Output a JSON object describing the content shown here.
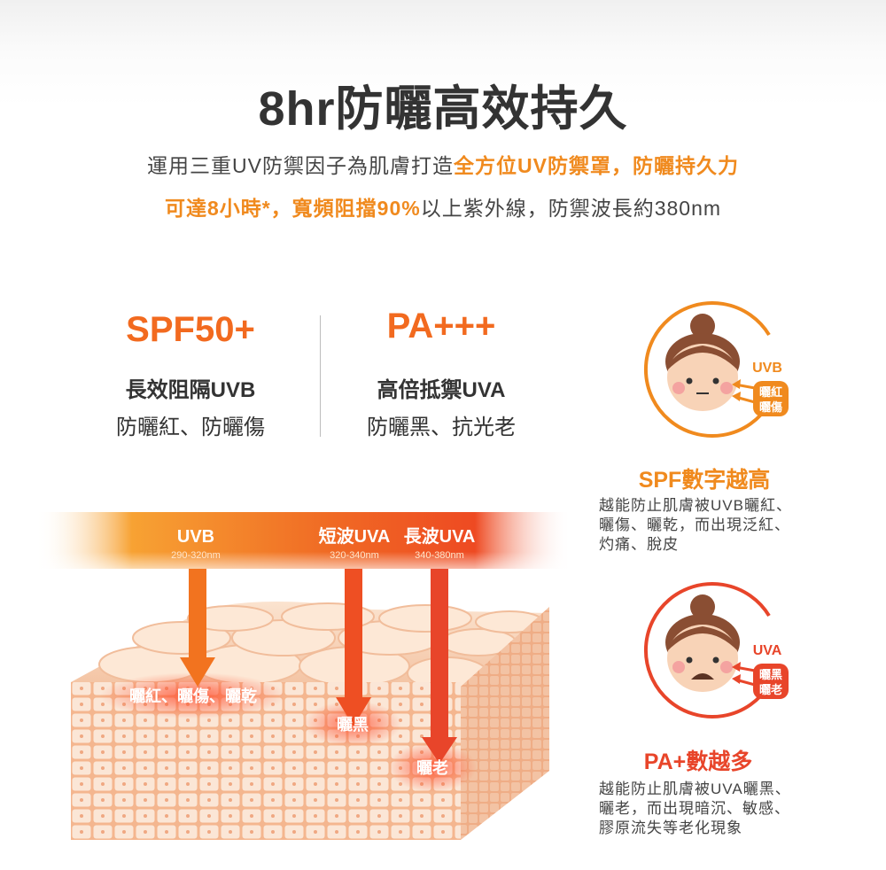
{
  "title": "8hr防曬高效持久",
  "intro": {
    "line1_a": "運用三重UV防禦因子為肌膚打造",
    "line1_b": "全方位UV防禦罩，防曬持久力",
    "line2_a": "可達8小時*，寬頻阻擋90%",
    "line2_b": "以上紫外線，防禦波長約380nm"
  },
  "spf": {
    "head": "SPF50+",
    "sub1": "長效阻隔UVB",
    "sub2": "防曬紅、防曬傷"
  },
  "pa": {
    "head": "PA+++",
    "sub1": "高倍抵禦UVA",
    "sub2": "防曬黑、抗光老"
  },
  "bands": [
    {
      "name": "UVB",
      "range": "290-320nm"
    },
    {
      "name": "短波UVA",
      "range": "320-340nm"
    },
    {
      "name": "長波UVA",
      "range": "340-380nm"
    }
  ],
  "skin_labels": {
    "uvb": "曬紅、曬傷、曬乾",
    "short_uva": "曬黑",
    "long_uva": "曬老"
  },
  "face_uvb": {
    "tag": "UVB",
    "bubble1": "曬紅",
    "bubble2": "曬傷"
  },
  "face_uva": {
    "tag": "UVA",
    "bubble1": "曬黑",
    "bubble2": "曬老"
  },
  "side_uvb": {
    "title": "SPF數字越高",
    "line1": "越能防止肌膚被UVB曬紅、",
    "line2": "曬傷、曬乾，而出現泛紅、",
    "line3": "灼痛、脫皮"
  },
  "side_uva": {
    "title": "PA+數越多",
    "line1": "越能防止肌膚被UVA曬黑、",
    "line2": "曬老，而出現暗沉、敏感、",
    "line3": "膠原流失等老化現象"
  },
  "colors": {
    "orange": "#f08a1e",
    "red": "#e8452a",
    "skin": "#f6c6a6",
    "hair": "#8a4e33"
  }
}
